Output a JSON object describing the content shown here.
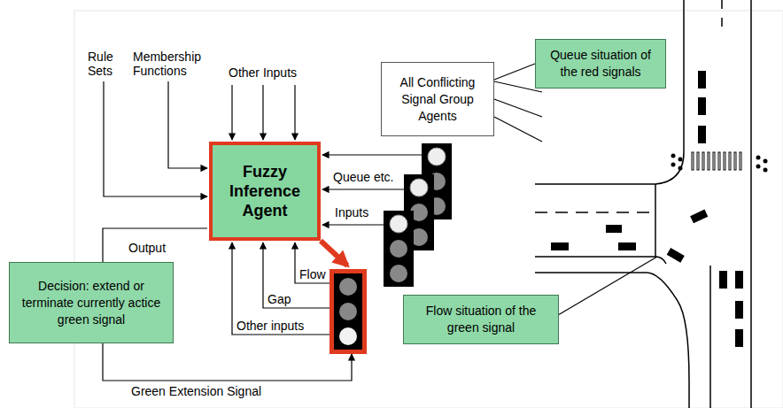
{
  "diagram": {
    "nodes": [
      {
        "text": [
          "Fuzzy Inference Agent"
        ]
      },
      {
        "text": [
          "All Conflicting Signal Group Agents"
        ]
      },
      {
        "text": [
          "Queue situation of the red signals"
        ]
      },
      {
        "text": [
          "Flow situation of the green signal"
        ]
      },
      {
        "text": [
          "Decision: extend or terminate currently actice green signal"
        ]
      }
    ],
    "edges": [
      {
        "from": 2,
        "to": 1,
        "arrow": "none"
      }
    ],
    "labels": [
      "Rule Sets",
      "Membership Functions",
      "Other Inputs",
      "Queue etc.",
      "Inputs",
      "Output",
      "Flow",
      "Gap",
      "Other inputs",
      "Green Extension Signal"
    ]
  }
}
